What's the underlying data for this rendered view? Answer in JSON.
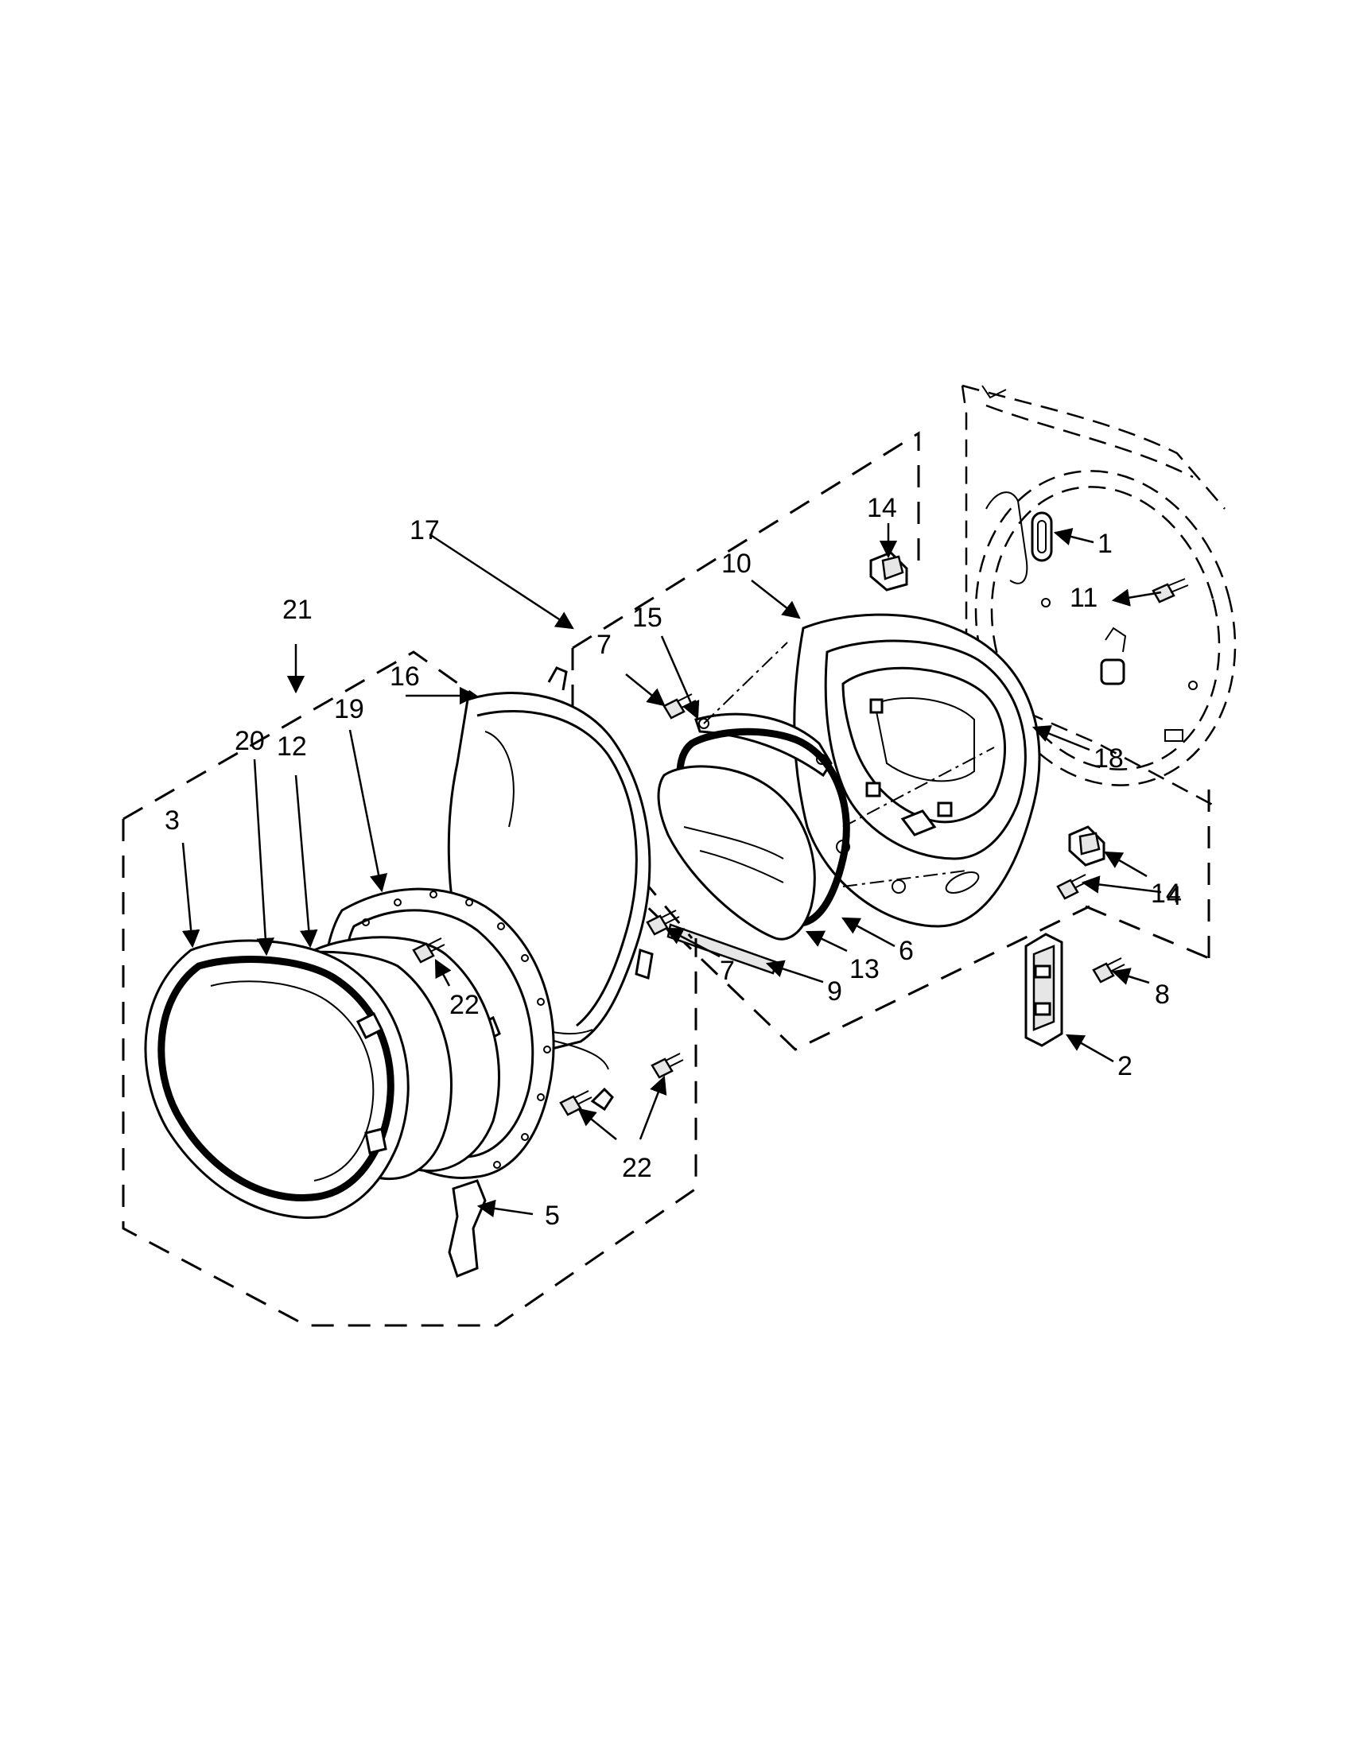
{
  "diagram": {
    "callouts": [
      {
        "id": "c1",
        "text": "1"
      },
      {
        "id": "c2",
        "text": "2"
      },
      {
        "id": "c3",
        "text": "3"
      },
      {
        "id": "c4",
        "text": "4"
      },
      {
        "id": "c5",
        "text": "5"
      },
      {
        "id": "c6",
        "text": "6"
      },
      {
        "id": "c7a",
        "text": "7"
      },
      {
        "id": "c7b",
        "text": "7"
      },
      {
        "id": "c8",
        "text": "8"
      },
      {
        "id": "c9",
        "text": "9"
      },
      {
        "id": "c10",
        "text": "10"
      },
      {
        "id": "c11",
        "text": "11"
      },
      {
        "id": "c12",
        "text": "12"
      },
      {
        "id": "c13",
        "text": "13"
      },
      {
        "id": "c14a",
        "text": "14"
      },
      {
        "id": "c14b",
        "text": "14"
      },
      {
        "id": "c15",
        "text": "15"
      },
      {
        "id": "c16",
        "text": "16"
      },
      {
        "id": "c17",
        "text": "17"
      },
      {
        "id": "c18",
        "text": "18"
      },
      {
        "id": "c19",
        "text": "19"
      },
      {
        "id": "c20",
        "text": "20"
      },
      {
        "id": "c21",
        "text": "21"
      },
      {
        "id": "c22a",
        "text": "22"
      },
      {
        "id": "c22b",
        "text": "22"
      }
    ]
  }
}
